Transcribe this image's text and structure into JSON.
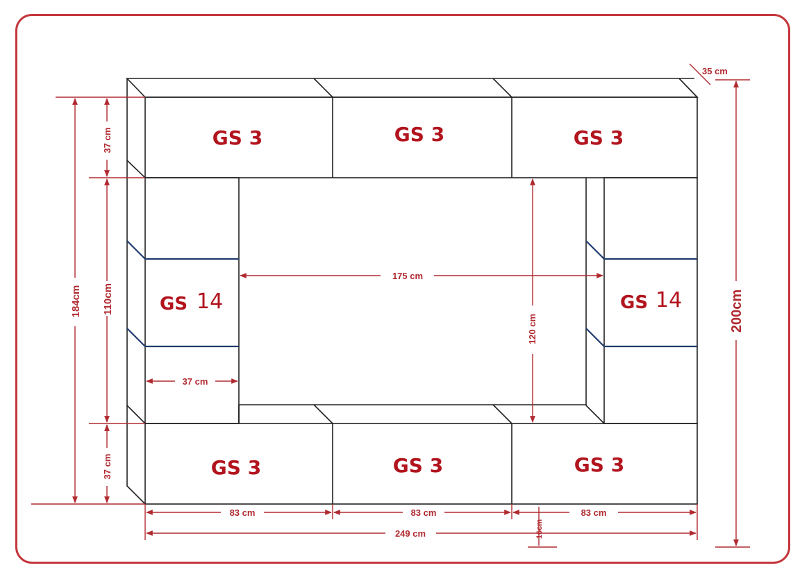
{
  "labels": {
    "gs3": "GS 3",
    "gs_prefix": "GS",
    "gs14_num": "14"
  },
  "dimensions": {
    "depth": "35 cm",
    "total_height_right": "200cm",
    "total_height_left": "184cm",
    "top_row_height": "37 cm",
    "middle_height": "110cm",
    "bottom_row_height": "37 cm",
    "tv_width": "175 cm",
    "tv_height": "120 cm",
    "side_width": "37 cm",
    "cell_width_1": "83 cm",
    "cell_width_2": "83 cm",
    "cell_width_3": "83 cm",
    "total_width": "249 cm",
    "plinth": "16cm"
  },
  "colors": {
    "border": "#c4363c",
    "dimension": "#b02a30",
    "label": "#b2141e",
    "line": "#222222",
    "led": "#1f3b6e"
  }
}
